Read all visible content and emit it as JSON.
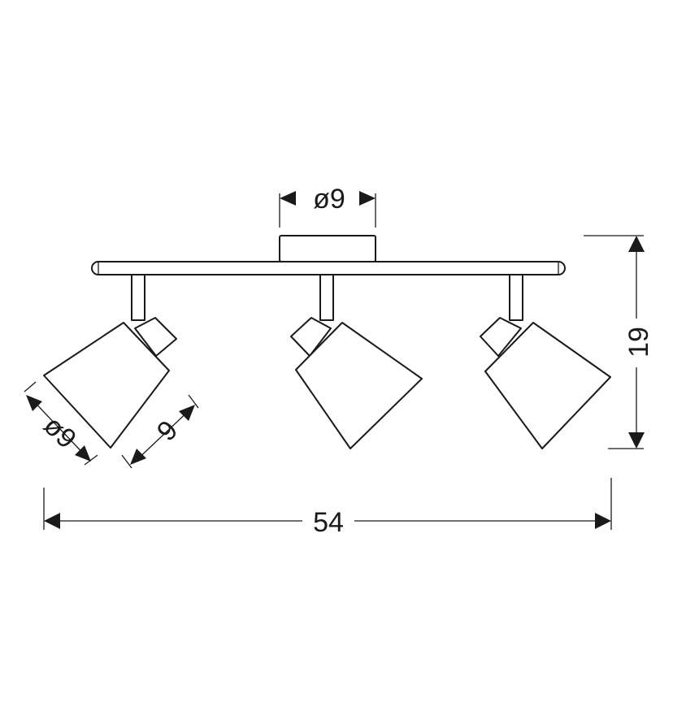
{
  "dimensions": {
    "canopy_diameter": "ø9",
    "height": "19",
    "total_width": "54",
    "shade_diameter": "ø9",
    "shade_length": "9"
  },
  "colors": {
    "line": "#1a1a1a",
    "background": "#ffffff"
  }
}
